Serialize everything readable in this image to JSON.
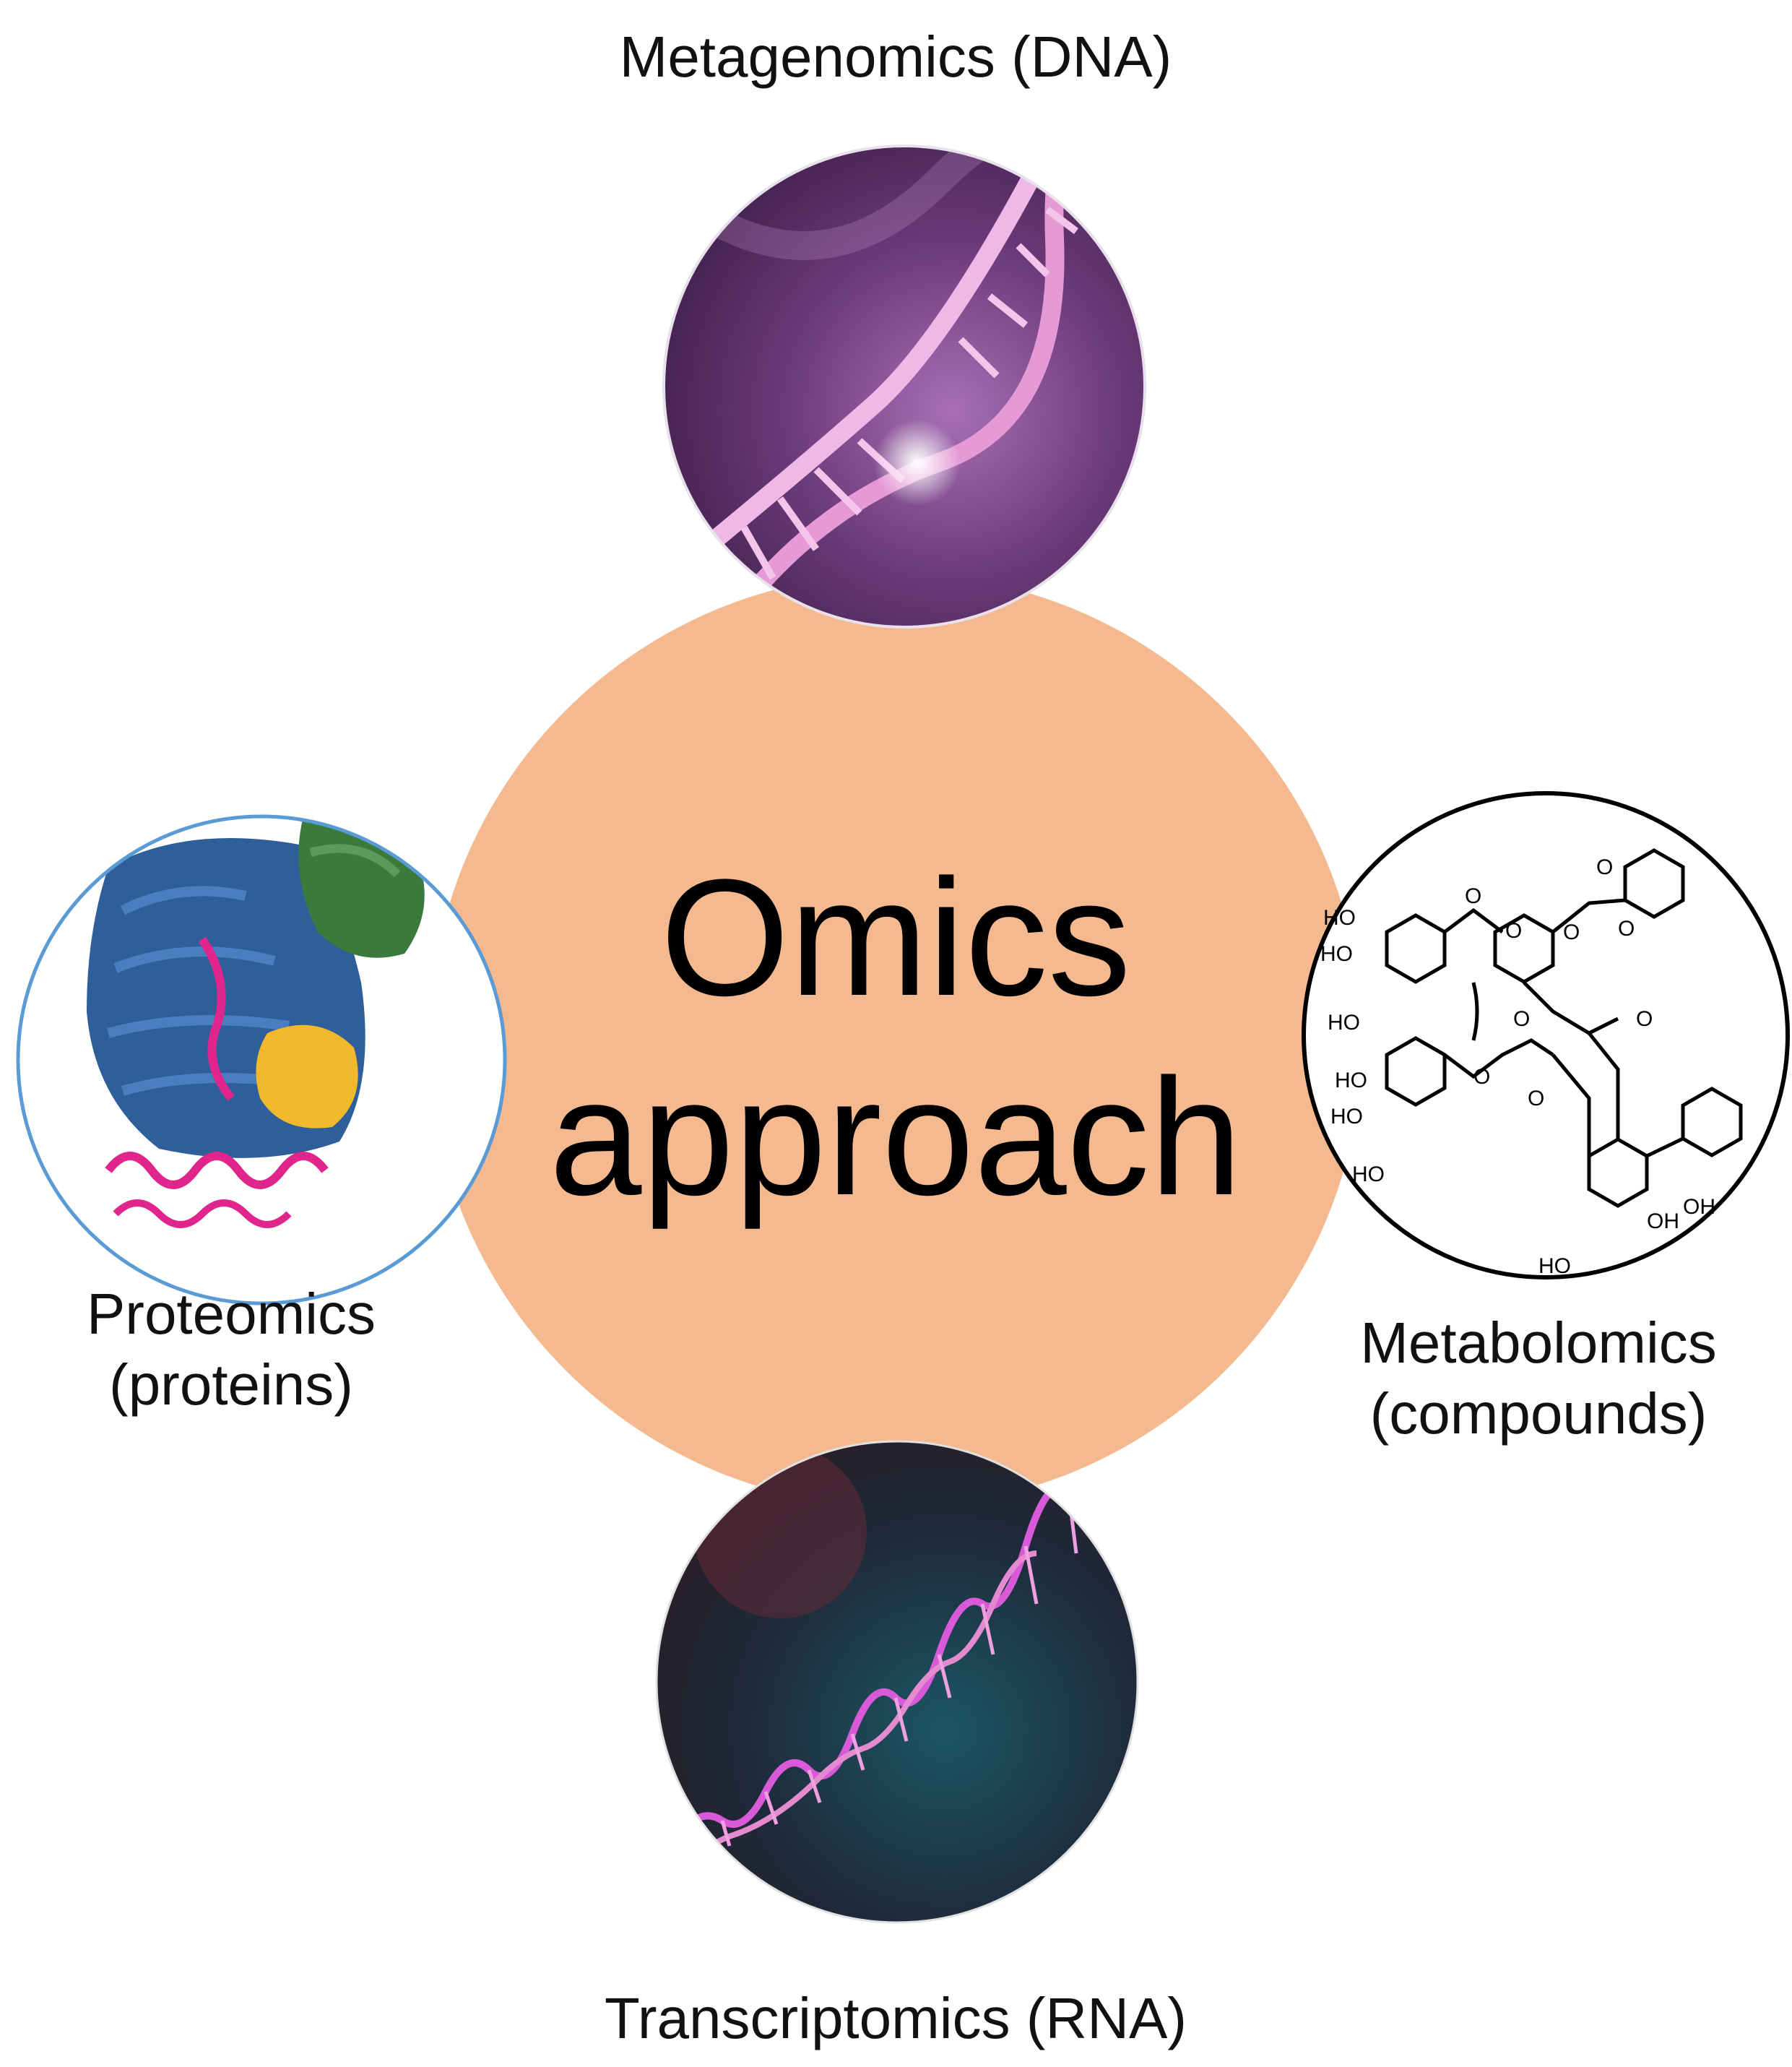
{
  "center": {
    "line1": "Omics",
    "line2": "approach",
    "fill": "#f5b990"
  },
  "nodes": {
    "top": {
      "label": "Metagenomics (DNA)",
      "icon": "dna-double-helix-icon"
    },
    "left": {
      "label_line1": "Proteomics",
      "label_line2": "(proteins)",
      "icon": "protein-structure-icon",
      "ring": "#5b9bd5"
    },
    "right": {
      "label_line1": "Metabolomics",
      "label_line2": "(compounds)",
      "icon": "chemical-structure-icon",
      "atoms": [
        "HO",
        "HO",
        "HO",
        "HO",
        "HO",
        "HO",
        "HO",
        "OH",
        "OH",
        "O",
        "O",
        "O",
        "O",
        "O",
        "O",
        "O",
        "O",
        "O"
      ]
    },
    "bottom": {
      "label": "Transcriptomics (RNA)",
      "icon": "rna-strand-icon"
    }
  },
  "colors": {
    "dna": "#e59ad6",
    "protein_blue": "#2f5f9a",
    "protein_green": "#3b7a3d",
    "protein_yellow": "#f0b82a",
    "protein_magenta": "#e0268c",
    "rna": "#d85ad8"
  }
}
